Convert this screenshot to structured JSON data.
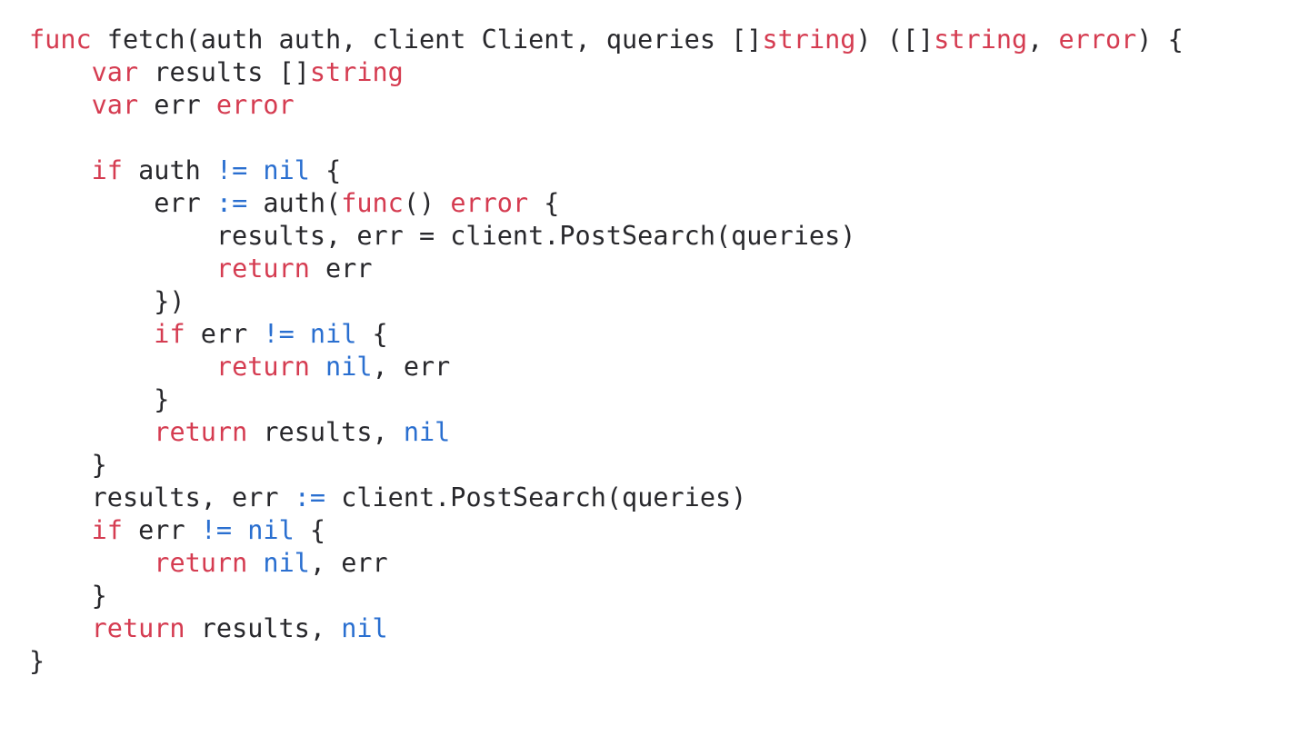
{
  "editor": {
    "language": "go",
    "background": "#ffffff",
    "colors": {
      "keyword": "#d53c51",
      "builtin": "#2a6fd0",
      "text": "#28282c"
    },
    "lines": [
      {
        "segments": [
          {
            "text": "func",
            "style": "keyword"
          },
          {
            "text": " fetch(auth auth, client Client, queries []",
            "style": "text"
          },
          {
            "text": "string",
            "style": "keyword"
          },
          {
            "text": ") ([]",
            "style": "text"
          },
          {
            "text": "string",
            "style": "keyword"
          },
          {
            "text": ", ",
            "style": "text"
          },
          {
            "text": "error",
            "style": "keyword"
          },
          {
            "text": ") {",
            "style": "text"
          }
        ]
      },
      {
        "segments": [
          {
            "text": "    ",
            "style": "text"
          },
          {
            "text": "var",
            "style": "keyword"
          },
          {
            "text": " results []",
            "style": "text"
          },
          {
            "text": "string",
            "style": "keyword"
          }
        ]
      },
      {
        "segments": [
          {
            "text": "    ",
            "style": "text"
          },
          {
            "text": "var",
            "style": "keyword"
          },
          {
            "text": " err ",
            "style": "text"
          },
          {
            "text": "error",
            "style": "keyword"
          }
        ]
      },
      {
        "segments": []
      },
      {
        "segments": [
          {
            "text": "    ",
            "style": "text"
          },
          {
            "text": "if",
            "style": "keyword"
          },
          {
            "text": " auth ",
            "style": "text"
          },
          {
            "text": "!=",
            "style": "builtin"
          },
          {
            "text": " ",
            "style": "text"
          },
          {
            "text": "nil",
            "style": "builtin"
          },
          {
            "text": " {",
            "style": "text"
          }
        ]
      },
      {
        "segments": [
          {
            "text": "        err ",
            "style": "text"
          },
          {
            "text": ":=",
            "style": "builtin"
          },
          {
            "text": " auth(",
            "style": "text"
          },
          {
            "text": "func",
            "style": "keyword"
          },
          {
            "text": "() ",
            "style": "text"
          },
          {
            "text": "error",
            "style": "keyword"
          },
          {
            "text": " {",
            "style": "text"
          }
        ]
      },
      {
        "segments": [
          {
            "text": "            results, err = client.PostSearch(queries)",
            "style": "text"
          }
        ]
      },
      {
        "segments": [
          {
            "text": "            ",
            "style": "text"
          },
          {
            "text": "return",
            "style": "keyword"
          },
          {
            "text": " err",
            "style": "text"
          }
        ]
      },
      {
        "segments": [
          {
            "text": "        })",
            "style": "text"
          }
        ]
      },
      {
        "segments": [
          {
            "text": "        ",
            "style": "text"
          },
          {
            "text": "if",
            "style": "keyword"
          },
          {
            "text": " err ",
            "style": "text"
          },
          {
            "text": "!=",
            "style": "builtin"
          },
          {
            "text": " ",
            "style": "text"
          },
          {
            "text": "nil",
            "style": "builtin"
          },
          {
            "text": " {",
            "style": "text"
          }
        ]
      },
      {
        "segments": [
          {
            "text": "            ",
            "style": "text"
          },
          {
            "text": "return",
            "style": "keyword"
          },
          {
            "text": " ",
            "style": "text"
          },
          {
            "text": "nil",
            "style": "builtin"
          },
          {
            "text": ", err",
            "style": "text"
          }
        ]
      },
      {
        "segments": [
          {
            "text": "        }",
            "style": "text"
          }
        ]
      },
      {
        "segments": [
          {
            "text": "        ",
            "style": "text"
          },
          {
            "text": "return",
            "style": "keyword"
          },
          {
            "text": " results, ",
            "style": "text"
          },
          {
            "text": "nil",
            "style": "builtin"
          }
        ]
      },
      {
        "segments": [
          {
            "text": "    }",
            "style": "text"
          }
        ]
      },
      {
        "segments": [
          {
            "text": "    results, err ",
            "style": "text"
          },
          {
            "text": ":=",
            "style": "builtin"
          },
          {
            "text": " client.PostSearch(queries)",
            "style": "text"
          }
        ]
      },
      {
        "segments": [
          {
            "text": "    ",
            "style": "text"
          },
          {
            "text": "if",
            "style": "keyword"
          },
          {
            "text": " err ",
            "style": "text"
          },
          {
            "text": "!=",
            "style": "builtin"
          },
          {
            "text": " ",
            "style": "text"
          },
          {
            "text": "nil",
            "style": "builtin"
          },
          {
            "text": " {",
            "style": "text"
          }
        ]
      },
      {
        "segments": [
          {
            "text": "        ",
            "style": "text"
          },
          {
            "text": "return",
            "style": "keyword"
          },
          {
            "text": " ",
            "style": "text"
          },
          {
            "text": "nil",
            "style": "builtin"
          },
          {
            "text": ", err",
            "style": "text"
          }
        ]
      },
      {
        "segments": [
          {
            "text": "    }",
            "style": "text"
          }
        ]
      },
      {
        "segments": [
          {
            "text": "    ",
            "style": "text"
          },
          {
            "text": "return",
            "style": "keyword"
          },
          {
            "text": " results, ",
            "style": "text"
          },
          {
            "text": "nil",
            "style": "builtin"
          }
        ]
      },
      {
        "segments": [
          {
            "text": "}",
            "style": "text"
          }
        ]
      }
    ]
  }
}
